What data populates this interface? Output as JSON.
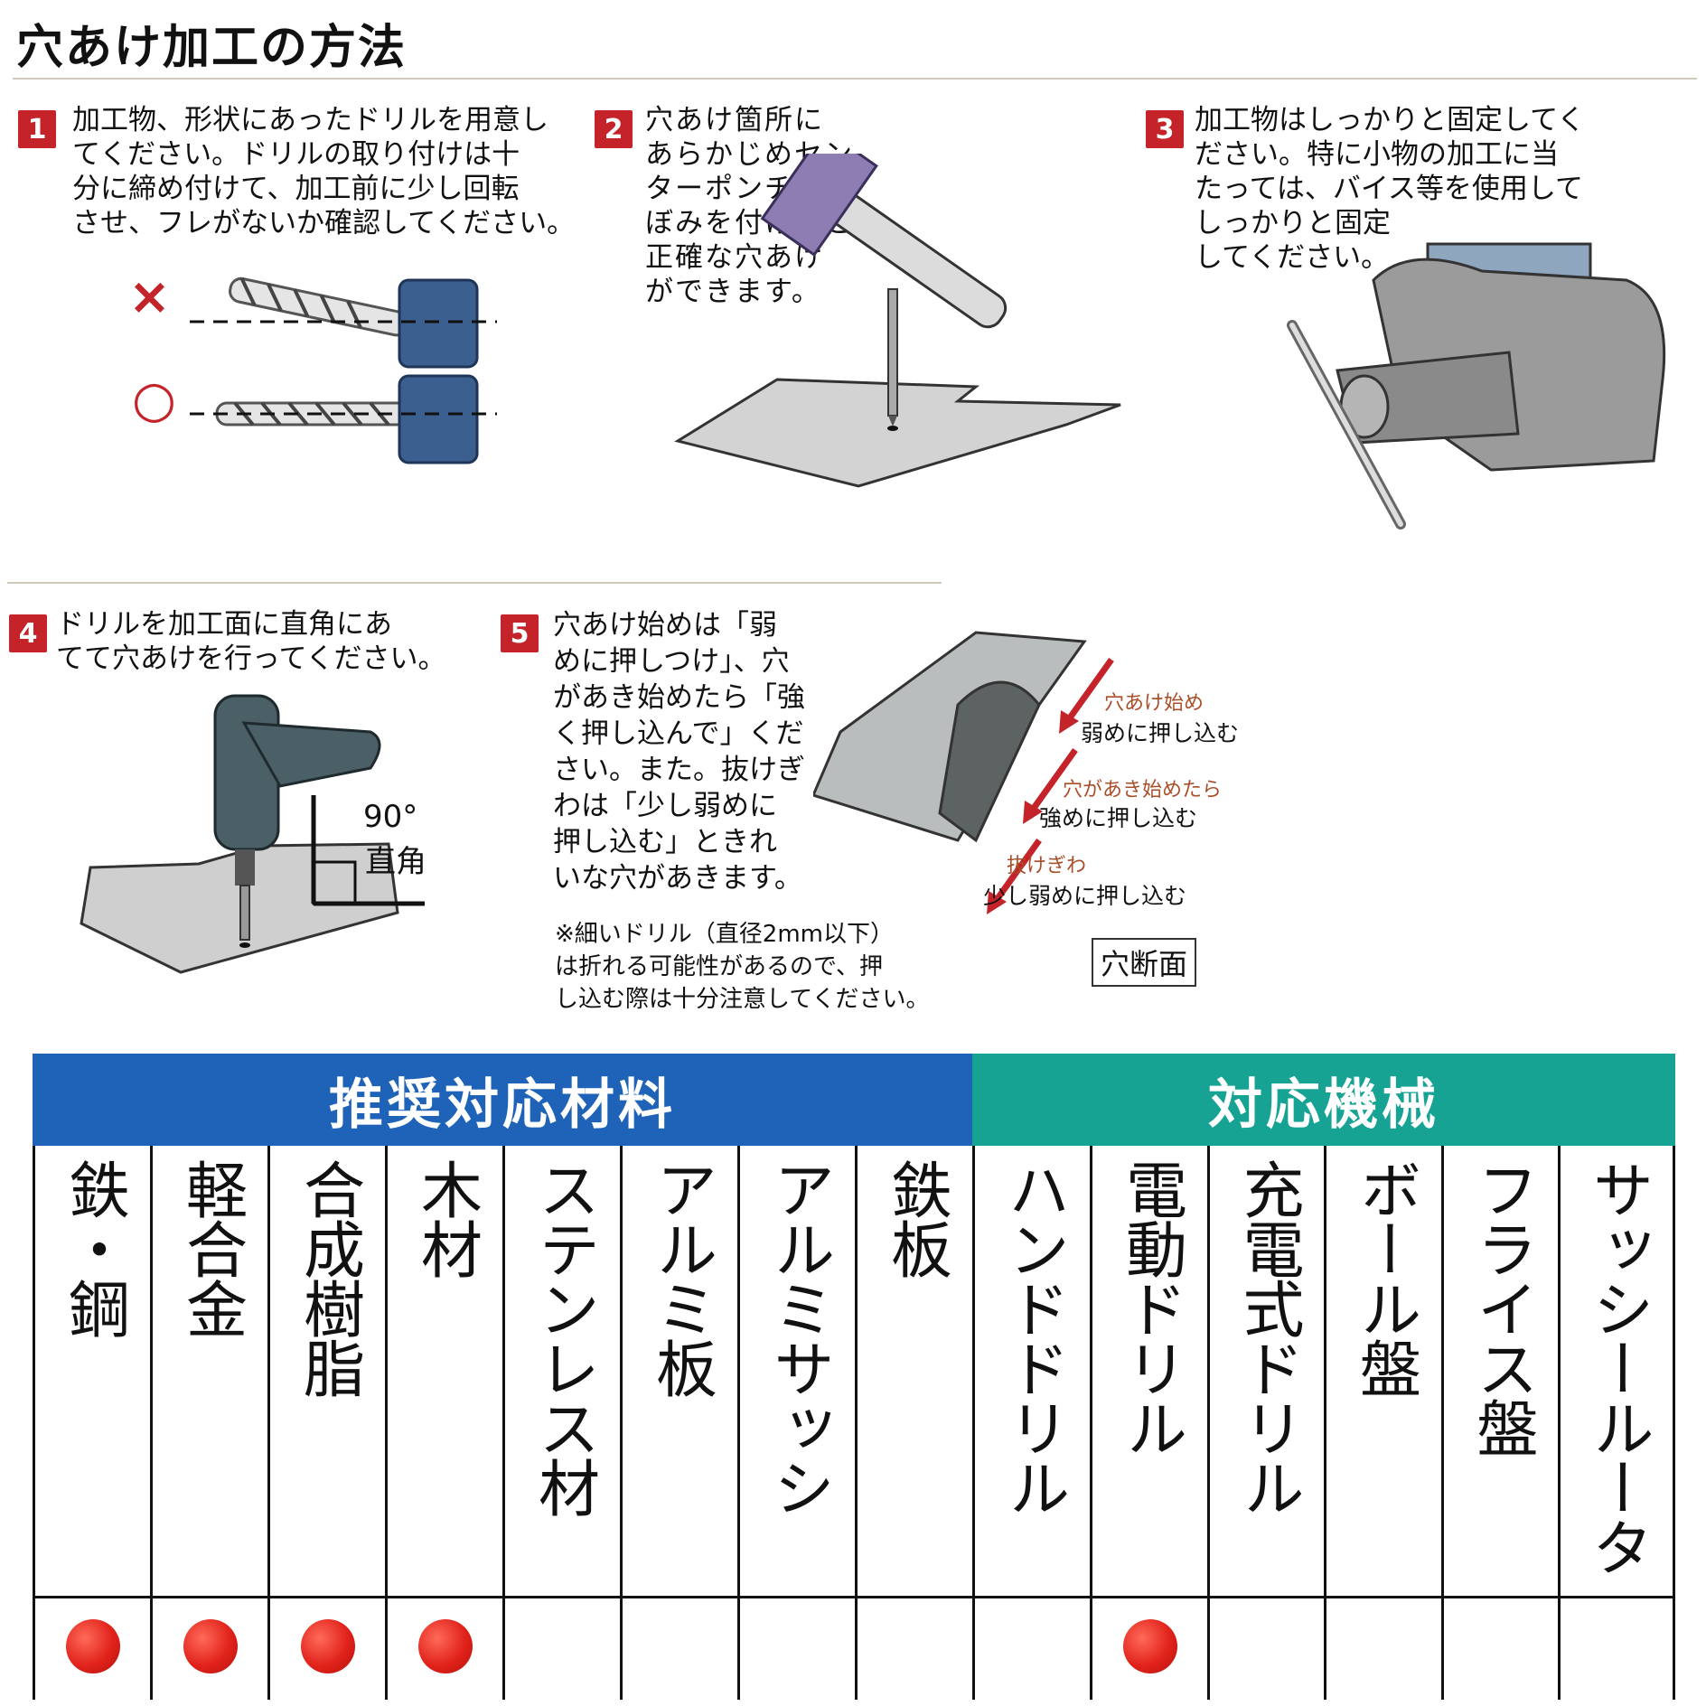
{
  "title": "穴あけ加工の方法",
  "steps": [
    {
      "num": "1",
      "text": "加工物、形状にあったドリルを用意し\nてください。ドリルの取り付けは十\n分に締め付けて、加工前に少し回転\nさせ、フレがないか確認してください。"
    },
    {
      "num": "2",
      "text": "穴あけ箇所に\nあらかじめセン\nターポンチでく\nぼみを付けると、\n正確な穴あけ\nができます。"
    },
    {
      "num": "3",
      "text": "加工物はしっかりと固定してく\nださい。特に小物の加工に当\nたっては、バイス等を使用して\nしっかりと固定\nしてください。"
    },
    {
      "num": "4",
      "text": "ドリルを加工面に直角にあ\nてて穴あけを行ってください。"
    },
    {
      "num": "5",
      "text": "穴あけ始めは「弱\nめに押しつけ」、穴\nがあき始めたら「強\nく押し込んで」くだ\nさい。また。抜けぎ\nわは「少し弱めに\n押し込む」ときれ\nいな穴があきます。"
    }
  ],
  "marks": {
    "wrong": "×",
    "right": "○"
  },
  "angle": {
    "deg": "90°",
    "label": "直角"
  },
  "callouts": [
    {
      "red": "穴あけ始め",
      "black": "弱めに押し込む"
    },
    {
      "red": "穴があき始めたら",
      "black": "強めに押し込む"
    },
    {
      "red": "抜けぎわ",
      "black": "少し弱めに押し込む"
    }
  ],
  "section_label": "穴断面",
  "note": "※細いドリル（直径2mm以下）\nは折れる可能性があるので、押\nし込む際は十分注意してください。",
  "table": {
    "materials_header": "推奨対応材料",
    "machines_header": "対応機械",
    "materials": [
      {
        "label": "鉄・鋼",
        "ok": true
      },
      {
        "label": "軽合金",
        "ok": true
      },
      {
        "label": "合成樹脂",
        "ok": true
      },
      {
        "label": "木材",
        "ok": true
      },
      {
        "label": "ステンレス材",
        "ok": false
      },
      {
        "label": "アルミ板",
        "ok": false
      },
      {
        "label": "アルミサッシ",
        "ok": false
      },
      {
        "label": "鉄板",
        "ok": false
      }
    ],
    "machines": [
      {
        "label": "ハンドドリル",
        "ok": false
      },
      {
        "label": "電動ドリル",
        "ok": true
      },
      {
        "label": "充電式ドリル",
        "ok": false
      },
      {
        "label": "ボール盤",
        "ok": false
      },
      {
        "label": "フライス盤",
        "ok": false
      },
      {
        "label": "サッシールータ",
        "ok": false
      }
    ],
    "colors": {
      "materials": "#1f63b8",
      "machines": "#16a393",
      "dot": "#e1231b"
    }
  }
}
